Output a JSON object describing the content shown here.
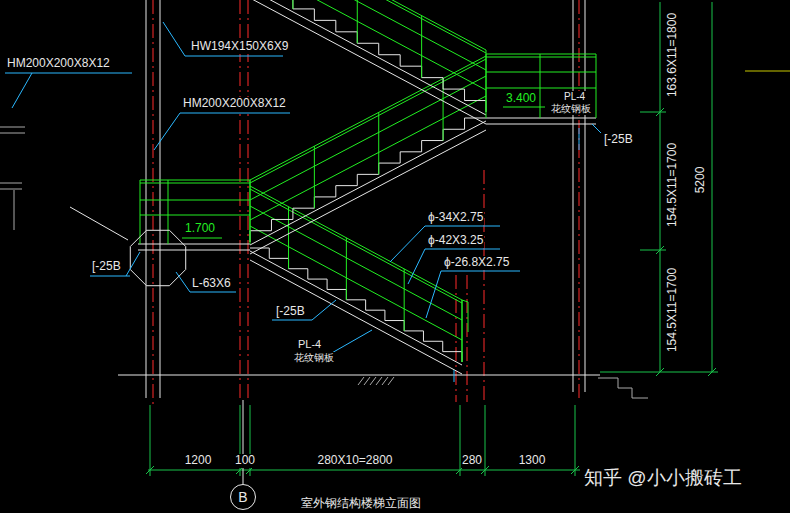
{
  "diagram": {
    "title": "室外钢结构楼梯立面图",
    "nodes": [
      {
        "text": [
          "B"
        ]
      }
    ],
    "edges": [],
    "labels": [
      "HW194X150X6X9",
      "HM200X200X8X12",
      "HM200X200X8X12",
      "3.400",
      "PL-4",
      "花纹钢板",
      "[-25B",
      "163.6X11=1800",
      "5200",
      "154.5X11=1700",
      "154.5X11=1700",
      "1.700",
      "[-25B",
      "L-63X6",
      "ϕ-34X2.75",
      "ϕ-42X3.25",
      "ϕ-26.8X2.75",
      "[-25B",
      "PL-4",
      "花纹钢板",
      "1200",
      "100",
      "280X10=2800",
      "280",
      "1300",
      "知乎 @小小搬砖工"
    ]
  }
}
